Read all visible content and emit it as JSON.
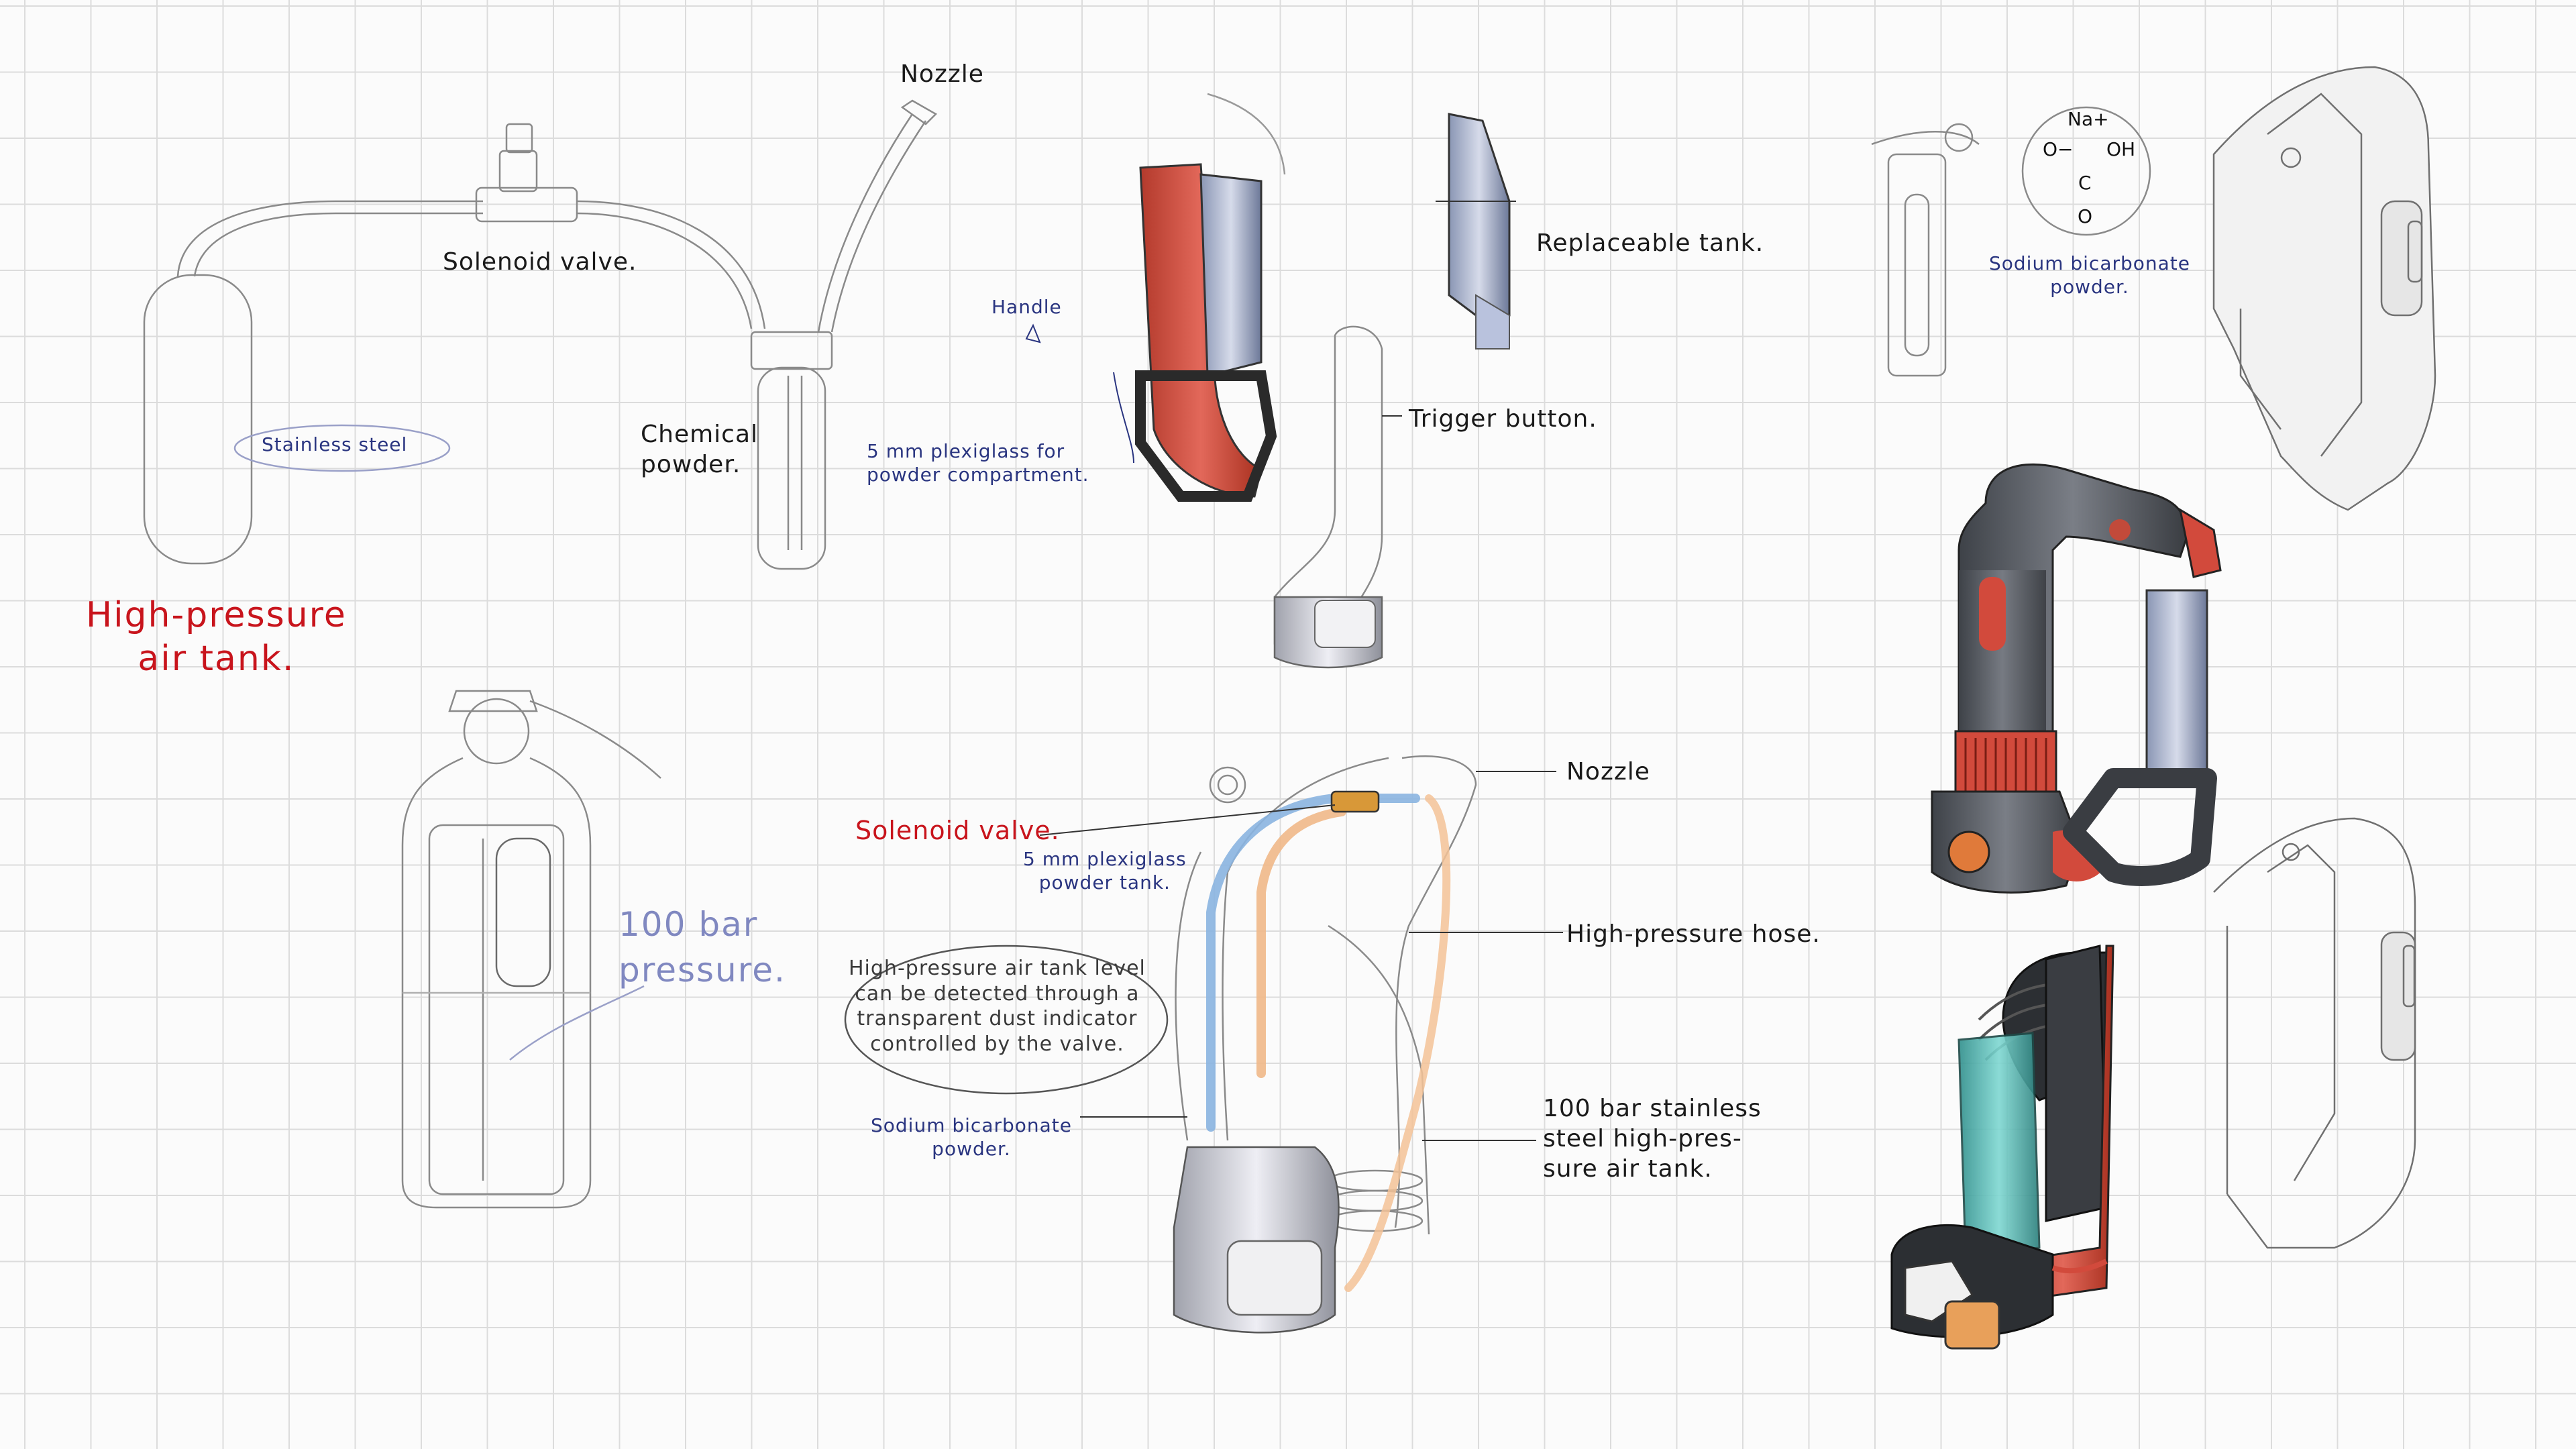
{
  "annotations": {
    "nozzle_top": "Nozzle",
    "solenoid_valve_top": "Solenoid valve.",
    "chemical_powder": "Chemical\npowder.",
    "stainless_steel": "Stainless steel",
    "high_pressure_air_tank": "High-pressure\nair tank.",
    "handle": "Handle",
    "plexiglass_compartment": "5 mm plexiglass for\npowder compartment.",
    "replaceable_tank": "Replaceable tank.",
    "trigger_button": "Trigger button.",
    "sodium_bicarbonate_top": "Sodium bicarbonate\npowder.",
    "nozzle_mid": "Nozzle",
    "solenoid_valve_mid": "Solenoid valve.",
    "plexiglass_tank": "5 mm plexiglass\npowder tank.",
    "high_pressure_hose": "High-pressure hose.",
    "pressure_100_bar": "100 bar\npressure.",
    "dust_indicator_note": "High-pressure air tank level\ncan be detected through a\ntransparent dust indicator\ncontrolled by the valve.",
    "sodium_bicarbonate_mid": "Sodium bicarbonate\npowder.",
    "steel_tank_100_bar": "100 bar stainless\nsteel high-pres-\nsure air tank."
  },
  "molecule": {
    "cation": "Na+",
    "oxygen_minus": "O−",
    "hydroxyl": "OH",
    "carbon": "C",
    "oxygen_double": "O"
  },
  "colors": {
    "accent_red": "#c8141c",
    "annotation_blue": "#2a3580",
    "pressure_lavender": "#8088c0",
    "body_gray": "#5a5e64",
    "body_red": "#d24a3c",
    "teal_tank": "#4fb8b4"
  }
}
